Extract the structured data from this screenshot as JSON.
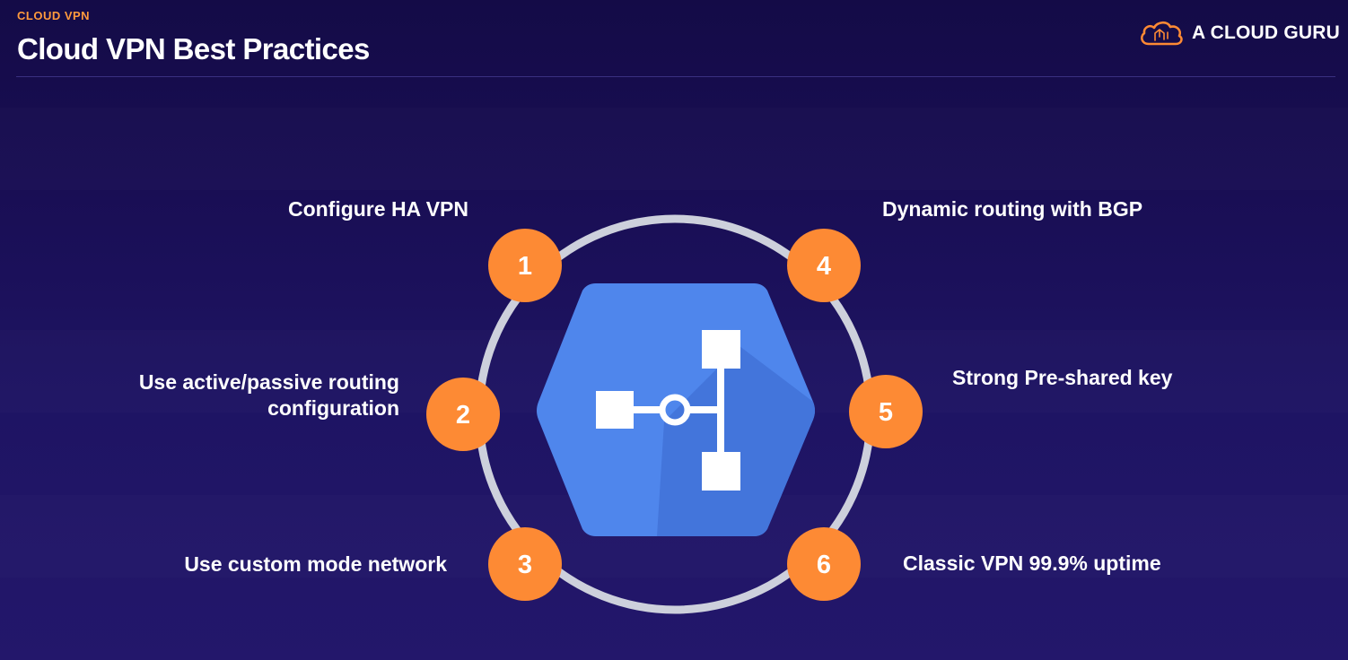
{
  "header": {
    "kicker": "CLOUD VPN",
    "title": "Cloud VPN Best Practices",
    "brand": "A CLOUD GURU"
  },
  "practices": [
    {
      "number": "1",
      "label": "Configure HA VPN"
    },
    {
      "number": "2",
      "label_line1": "Use active/passive routing",
      "label_line2": "configuration"
    },
    {
      "number": "3",
      "label": "Use custom mode network"
    },
    {
      "number": "4",
      "label": "Dynamic routing with BGP"
    },
    {
      "number": "5",
      "label": "Strong Pre-shared key"
    },
    {
      "number": "6",
      "label": "Classic VPN 99.9% uptime"
    }
  ],
  "icons": {
    "center": "cloud-vpn-hexagon-icon",
    "brand": "cloud-brain-logo-icon"
  },
  "colors": {
    "accent_orange": "#fd8a34",
    "kicker_orange": "#ff9a3d",
    "ring_gray": "#cdd0dc",
    "hexagon_blue": "#4f86ec",
    "hexagon_shadow": "#3f6fd6",
    "background": "#1a0f57"
  }
}
